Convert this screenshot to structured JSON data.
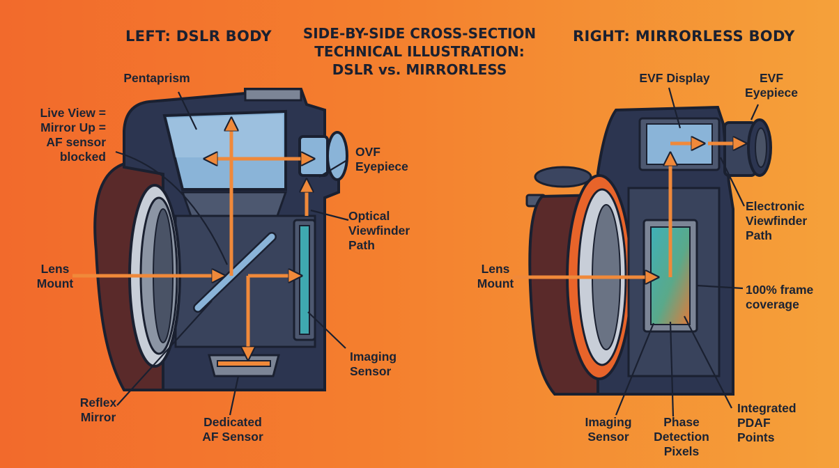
{
  "title": {
    "lines": [
      "SIDE-BY-SIDE CROSS-SECTION",
      "TECHNICAL ILLUSTRATION:",
      "DSLR vs. MIRRORLESS"
    ]
  },
  "left_heading": "LEFT: DSLR BODY",
  "right_heading": "RIGHT: MIRRORLESS BODY",
  "left_labels": {
    "pentaprism": "Pentaprism",
    "live_view": [
      "Live View =",
      "Mirror Up =",
      "AF sensor",
      "blocked"
    ],
    "ovf_eyepiece": [
      "OVF",
      "Eyepiece"
    ],
    "optical_path": [
      "Optical",
      "Viewfinder",
      "Path"
    ],
    "lens_mount": [
      "Lens",
      "Mount"
    ],
    "imaging_sensor": [
      "Imaging",
      "Sensor"
    ],
    "reflex_mirror": [
      "Reflex",
      "Mirror"
    ],
    "af_sensor": [
      "Dedicated",
      "AF Sensor"
    ]
  },
  "right_labels": {
    "evf_display": "EVF Display",
    "evf_eyepiece": [
      "EVF",
      "Eyepiece"
    ],
    "electronic_path": [
      "Electronic",
      "Viewfinder",
      "Path"
    ],
    "lens_mount": [
      "Lens",
      "Mount"
    ],
    "frame_coverage": [
      "100% frame",
      "coverage"
    ],
    "imaging_sensor": [
      "Imaging",
      "Sensor"
    ],
    "phase_pixels": [
      "Phase",
      "Detection",
      "Pixels"
    ],
    "pdaf_points": [
      "Integrated",
      "PDAF",
      "Points"
    ]
  },
  "colors": {
    "background_left": "#f26a2c",
    "background_right": "#f5a13a",
    "body_dark": "#2c3550",
    "grip": "#5a2a2a",
    "light_arrow": "#f0893a",
    "glass": "#8ab4d8",
    "sensor": "#3fa9b0"
  }
}
